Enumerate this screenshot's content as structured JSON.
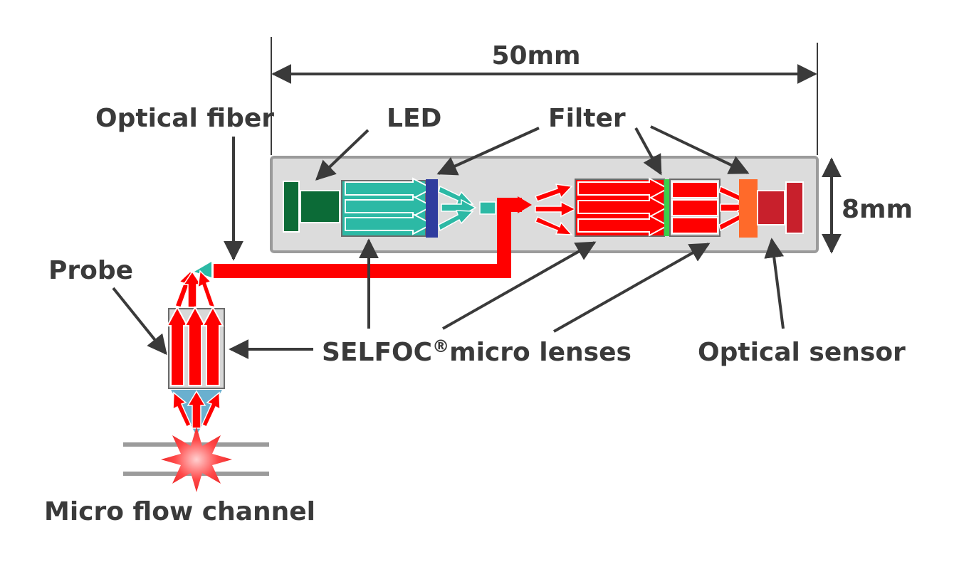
{
  "labels": {
    "dimension_length": "50mm",
    "dimension_height": "8mm",
    "optical_fiber": "Optical fiber",
    "led": "LED",
    "filter": "Filter",
    "probe": "Probe",
    "selfoc_micro_lenses": "SELFOC",
    "selfoc_registered": "®",
    "selfoc_suffix": "micro lenses",
    "optical_sensor": "Optical sensor",
    "micro_flow_channel": "Micro flow channel"
  },
  "colors": {
    "housing_fill": "#dcdcdc",
    "housing_stroke": "#9b9b9b",
    "led": "#0c6b37",
    "excitation_light": "#2cb9a5",
    "excitation_filter": "#2f3c9e",
    "emission_light": "#ff0000",
    "emission_filter_green": "#3bcf4a",
    "emission_filter_orange": "#ff6a2a",
    "sensor": "#c8202c",
    "probe_lens": "#6ab0cf",
    "channel": "#9b9b9b",
    "text": "#3a3a3a",
    "leader": "#3a3a3a"
  }
}
